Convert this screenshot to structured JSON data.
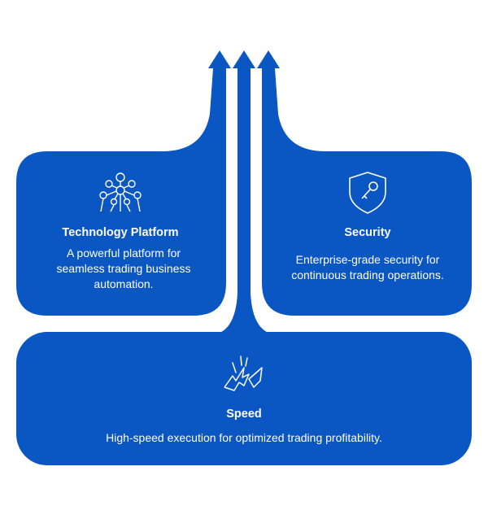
{
  "colors": {
    "card": "#0a56c2",
    "card_dark": "#0847a8",
    "icon_stroke": "#ffffff",
    "background": "#ffffff"
  },
  "cards": {
    "technology": {
      "title": "Technology  Platform",
      "description": "A powerful platform for seamless trading business automation.",
      "icon": "network-nodes-icon"
    },
    "security": {
      "title": "Security",
      "description": "Enterprise-grade security for continuous trading operations.",
      "icon": "shield-key-icon"
    },
    "speed": {
      "title": "Speed",
      "description": "High-speed execution for optimized trading profitability.",
      "icon": "lightning-burst-icon"
    }
  },
  "arrows": [
    "up-arrow-icon",
    "up-arrow-icon",
    "up-arrow-icon"
  ]
}
